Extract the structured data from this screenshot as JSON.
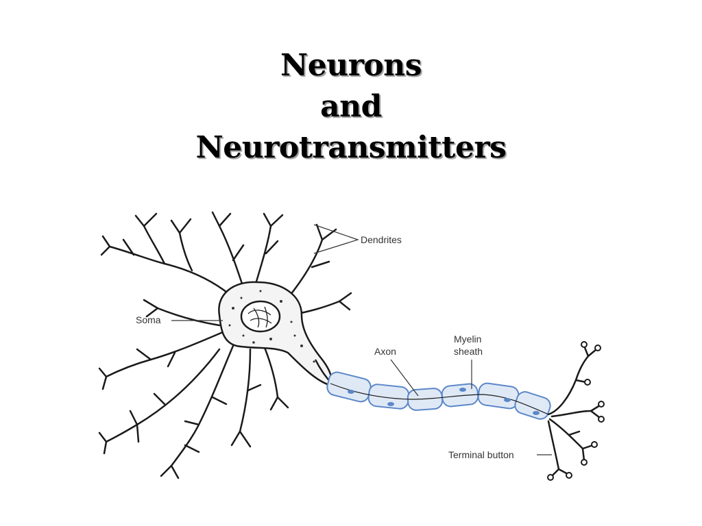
{
  "slide": {
    "title_lines": [
      "Neurons",
      "and",
      "Neurotransmitters"
    ]
  },
  "diagram": {
    "labels": {
      "dendrites": "Dendrites",
      "soma": "Soma",
      "axon": "Axon",
      "myelin_line1": "Myelin",
      "myelin_line2": "sheath",
      "terminal": "Terminal button"
    },
    "colors": {
      "ink": "#1a1a1a",
      "myelin_fill": "#dfe9f6",
      "myelin_stroke": "#5b87c8"
    }
  }
}
